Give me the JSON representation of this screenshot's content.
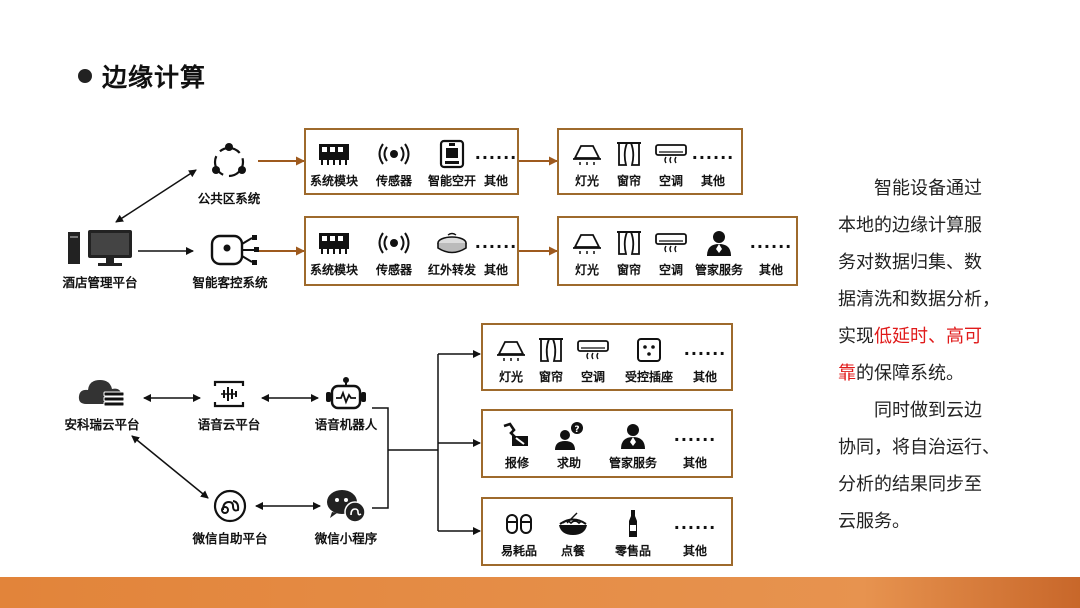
{
  "title": "边缘计算",
  "colors": {
    "box_border": "#9e6a2c",
    "highlight": "#e01a1a",
    "footer_bar": "#e2843a",
    "arrow_brown": "#9e5a1e"
  },
  "nodes": {
    "hotel": "酒店管理平台",
    "public": "公共区系统",
    "guestroom": "智能客控系统",
    "ankerui": "安科瑞云平台",
    "voice_cloud": "语音云平台",
    "robot": "语音机器人",
    "wechat_self": "微信自助平台",
    "mini_program": "微信小程序"
  },
  "row1": {
    "devices": [
      "系统模块",
      "传感器",
      "智能空开",
      "其他"
    ],
    "outputs": [
      "灯光",
      "窗帘",
      "空调",
      "其他"
    ]
  },
  "row2": {
    "devices": [
      "系统模块",
      "传感器",
      "红外转发",
      "其他"
    ],
    "outputs": [
      "灯光",
      "窗帘",
      "空调",
      "管家服务",
      "其他"
    ]
  },
  "panels": {
    "p1": [
      "灯光",
      "窗帘",
      "空调",
      "受控插座",
      "其他"
    ],
    "p2": [
      "报修",
      "求助",
      "管家服务",
      "其他"
    ],
    "p3": [
      "易耗品",
      "点餐",
      "零售品",
      "其他"
    ]
  },
  "dots": "......",
  "description": {
    "line1": "智能设备通过",
    "line2": "本地的边缘计算服",
    "line3": "务对数据归集、数",
    "line4": "据清洗和数据分析，",
    "line5_prefix": "实现",
    "line5_red": "低延时、高可",
    "line6_red": "靠",
    "line6_rest": "的保障系统。",
    "line7": "同时做到云边",
    "line8": "协同，将自治运行、",
    "line9": "分析的结果同步至",
    "line10": "云服务。"
  }
}
